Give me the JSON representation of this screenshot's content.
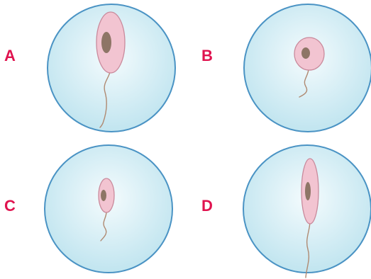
{
  "options": [
    {
      "label": "A",
      "cell": {
        "shape": "elongated-ellipse",
        "relative_size": "large"
      }
    },
    {
      "label": "B",
      "cell": {
        "shape": "round",
        "relative_size": "small"
      }
    },
    {
      "label": "C",
      "cell": {
        "shape": "small-oval",
        "relative_size": "small"
      }
    },
    {
      "label": "D",
      "cell": {
        "shape": "narrow-elongated",
        "relative_size": "large"
      }
    }
  ],
  "colors": {
    "label": "#e0134f",
    "vessel_fill_center": "#f4fbfd",
    "vessel_fill_edge": "#bfe4ef",
    "vessel_stroke": "#4a93c4",
    "cell_fill": "#f2c4d1",
    "cell_stroke": "#c98a9c",
    "nucleus": "#8e7566",
    "flagellum": "#b08a72"
  }
}
